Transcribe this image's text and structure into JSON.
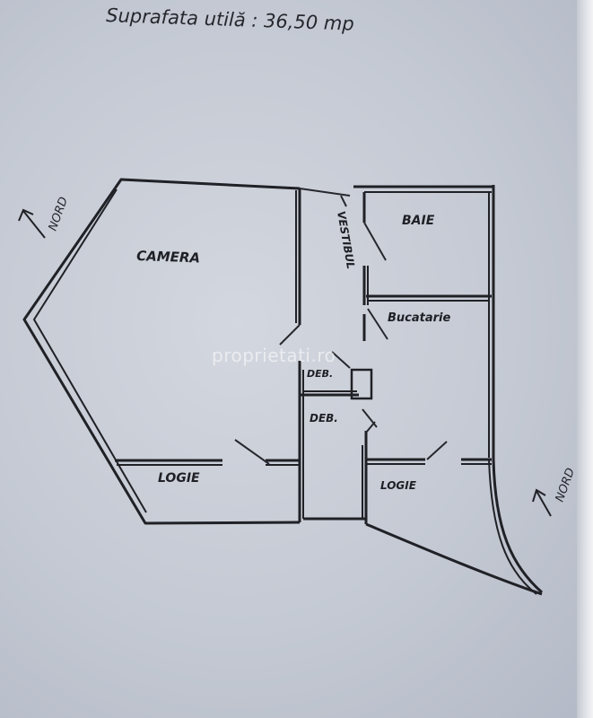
{
  "header": {
    "surface_text": "Suprafata utilă : 36,50 mp"
  },
  "plan": {
    "rooms": {
      "camera": "CAMERA",
      "vestibul": "VESTIBUL",
      "baie": "BAIE",
      "bucatarie": "Bucatarie",
      "deb_upper": "DEB.",
      "deb_lower": "DEB.",
      "logie_left": "LOGIE",
      "logie_right": "LOGIE"
    },
    "north_left": "NORD",
    "north_right": "NORD"
  },
  "watermark": "proprietati.ro"
}
